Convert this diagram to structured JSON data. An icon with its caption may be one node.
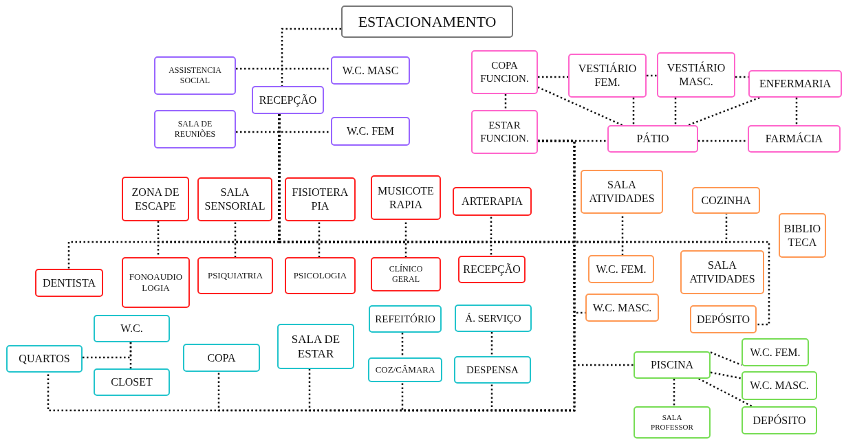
{
  "diagram": {
    "nodes": [
      {
        "text": [
          "ESTACIONAMENTO"
        ]
      },
      {
        "text": [
          "ASSISTENCIA SOCIAL"
        ]
      },
      {
        "text": [
          "W.C. MASC"
        ]
      },
      {
        "text": [
          "RECEPÇÃO"
        ]
      },
      {
        "text": [
          "SALA DE REUNIÕES"
        ]
      },
      {
        "text": [
          "W.C. FEM"
        ]
      },
      {
        "text": [
          "COPA FUNCION."
        ]
      },
      {
        "text": [
          "VESTIÁRIO FEM."
        ]
      },
      {
        "text": [
          "VESTIÁRIO MASC."
        ]
      },
      {
        "text": [
          "ENFERMARIA"
        ]
      },
      {
        "text": [
          "ESTAR FUNCION."
        ]
      },
      {
        "text": [
          "PÁTIO"
        ]
      },
      {
        "text": [
          "FARMÁCIA"
        ]
      },
      {
        "text": [
          "ZONA DE ESCAPE"
        ]
      },
      {
        "text": [
          "SALA SENSORIAL"
        ]
      },
      {
        "text": [
          "FISIOTERA PIA"
        ]
      },
      {
        "text": [
          "MUSICOTE RAPIA"
        ]
      },
      {
        "text": [
          "ARTERAPIA"
        ]
      },
      {
        "text": [
          "SALA ATIVIDADES"
        ]
      },
      {
        "text": [
          "COZINHA"
        ]
      },
      {
        "text": [
          "BIBLIO TECA"
        ]
      },
      {
        "text": [
          "DENTISTA"
        ]
      },
      {
        "text": [
          "FONOAUDIO LOGIA"
        ]
      },
      {
        "text": [
          "PSIQUIATRIA"
        ]
      },
      {
        "text": [
          "PSICOLOGIA"
        ]
      },
      {
        "text": [
          "CLÍNICO GERAL"
        ]
      },
      {
        "text": [
          "RECEPÇÃO"
        ]
      },
      {
        "text": [
          "W.C. FEM."
        ]
      },
      {
        "text": [
          "SALA ATIVIDADES"
        ]
      },
      {
        "text": [
          "W.C. MASC."
        ]
      },
      {
        "text": [
          "DEPÓSITO"
        ]
      },
      {
        "text": [
          "W.C."
        ]
      },
      {
        "text": [
          "QUARTOS"
        ]
      },
      {
        "text": [
          "COPA"
        ]
      },
      {
        "text": [
          "SALA DE ESTAR"
        ]
      },
      {
        "text": [
          "REFEITÓRIO"
        ]
      },
      {
        "text": [
          "Á. SERVIÇO"
        ]
      },
      {
        "text": [
          "CLOSET"
        ]
      },
      {
        "text": [
          "COZ/CÂMARA"
        ]
      },
      {
        "text": [
          "DESPENSA"
        ]
      },
      {
        "text": [
          "W.C. FEM."
        ]
      },
      {
        "text": [
          "PISCINA"
        ]
      },
      {
        "text": [
          "W.C. MASC."
        ]
      },
      {
        "text": [
          "SALA PROFESSOR"
        ]
      },
      {
        "text": [
          "DEPÓSITO"
        ]
      }
    ],
    "edges": [
      {
        "from": 0,
        "to": 3,
        "arrow": "none"
      },
      {
        "from": 1,
        "to": 2,
        "arrow": "none"
      },
      {
        "from": 4,
        "to": 5,
        "arrow": "none"
      },
      {
        "from": 3,
        "to": 13,
        "arrow": "none"
      },
      {
        "from": 3,
        "to": 14,
        "arrow": "none"
      },
      {
        "from": 3,
        "to": 15,
        "arrow": "none"
      },
      {
        "from": 3,
        "to": 16,
        "arrow": "none"
      },
      {
        "from": 3,
        "to": 17,
        "arrow": "none"
      },
      {
        "from": 3,
        "to": 21,
        "arrow": "none"
      },
      {
        "from": 3,
        "to": 22,
        "arrow": "none"
      },
      {
        "from": 3,
        "to": 23,
        "arrow": "none"
      },
      {
        "from": 3,
        "to": 24,
        "arrow": "none"
      },
      {
        "from": 3,
        "to": 25,
        "arrow": "none"
      },
      {
        "from": 3,
        "to": 26,
        "arrow": "none"
      },
      {
        "from": 3,
        "to": 18,
        "arrow": "none"
      },
      {
        "from": 3,
        "to": 27,
        "arrow": "none"
      },
      {
        "from": 3,
        "to": 19,
        "arrow": "none"
      },
      {
        "from": 3,
        "to": 30,
        "arrow": "none"
      },
      {
        "from": 6,
        "to": 7,
        "arrow": "none"
      },
      {
        "from": 7,
        "to": 8,
        "arrow": "none"
      },
      {
        "from": 8,
        "to": 9,
        "arrow": "none"
      },
      {
        "from": 6,
        "to": 10,
        "arrow": "none"
      },
      {
        "from": 6,
        "to": 11,
        "arrow": "none"
      },
      {
        "from": 7,
        "to": 11,
        "arrow": "none"
      },
      {
        "from": 8,
        "to": 11,
        "arrow": "none"
      },
      {
        "from": 9,
        "to": 11,
        "arrow": "none"
      },
      {
        "from": 9,
        "to": 12,
        "arrow": "none"
      },
      {
        "from": 10,
        "to": 11,
        "arrow": "none"
      },
      {
        "from": 11,
        "to": 12,
        "arrow": "none"
      },
      {
        "from": 10,
        "to": 29,
        "arrow": "none"
      },
      {
        "from": 10,
        "to": 41,
        "arrow": "none"
      },
      {
        "from": 10,
        "to": 32,
        "arrow": "none"
      },
      {
        "from": 10,
        "to": 33,
        "arrow": "none"
      },
      {
        "from": 10,
        "to": 34,
        "arrow": "none"
      },
      {
        "from": 10,
        "to": 38,
        "arrow": "none"
      },
      {
        "from": 10,
        "to": 39,
        "arrow": "none"
      },
      {
        "from": 31,
        "to": 37,
        "arrow": "none"
      },
      {
        "from": 32,
        "to": 31,
        "arrow": "none"
      },
      {
        "from": 35,
        "to": 38,
        "arrow": "none"
      },
      {
        "from": 36,
        "to": 39,
        "arrow": "none"
      },
      {
        "from": 41,
        "to": 40,
        "arrow": "none"
      },
      {
        "from": 41,
        "to": 42,
        "arrow": "none"
      },
      {
        "from": 41,
        "to": 44,
        "arrow": "none"
      },
      {
        "from": 41,
        "to": 43,
        "arrow": "none"
      }
    ]
  }
}
